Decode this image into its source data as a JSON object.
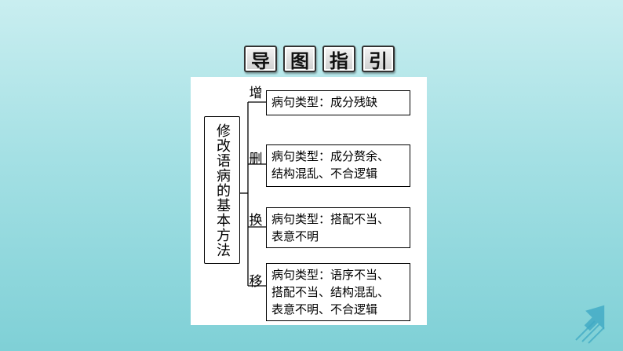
{
  "title_chars": [
    "导",
    "图",
    "指",
    "引"
  ],
  "root": {
    "label": "修改语病的基本方法"
  },
  "branches": [
    {
      "method": "增",
      "text": "病句类型：成分残缺"
    },
    {
      "method": "删",
      "text": "病句类型：成分赘余、\n结构混乱、不合逻辑"
    },
    {
      "method": "换",
      "text": "病句类型：搭配不当、\n表意不明"
    },
    {
      "method": "移",
      "text": "病句类型：语序不当、\n搭配不当、结构混乱、\n表意不明、不合逻辑"
    }
  ],
  "colors": {
    "background_top": "#c9eef0",
    "background_bottom": "#7fd0d6",
    "arrow": "#3fa9c4"
  }
}
